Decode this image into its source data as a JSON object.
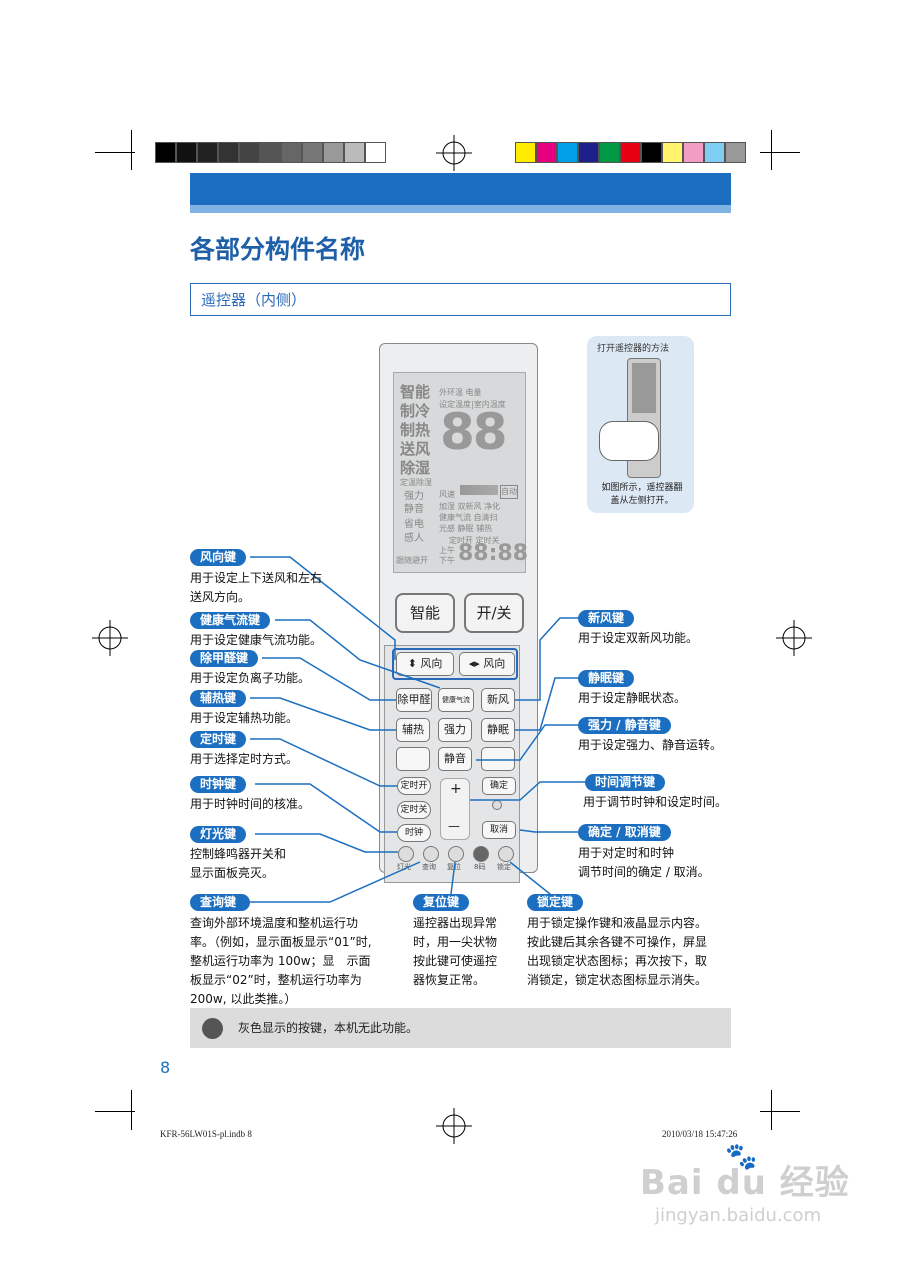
{
  "header": {
    "title": "各部分构件名称",
    "section": "遥控器（内侧）"
  },
  "side_panel": {
    "title": "打开遥控器的方法",
    "caption": "如图所示，遥控器翻盖从左侧打开。"
  },
  "remote": {
    "lcd": {
      "labels": [
        "智能",
        "制冷",
        "制热",
        "送风",
        "除湿",
        "定温除湿",
        "强力",
        "静音",
        "省电",
        "感人"
      ],
      "top": "外环温 电量",
      "temp": "设定温度|室内温度",
      "digits": "88",
      "wind": "风速",
      "auto": "自动",
      "mode1": "加湿 双新风 净化",
      "mode2": "健康气流 自清扫",
      "mode3": "光感 静眠 辅热",
      "timer": "定时开 定时关",
      "ampm1": "上午",
      "ampm2": "下午",
      "clock": "88:88",
      "follow": "跟随避开"
    },
    "buttons": {
      "smart": "智能",
      "power": "开/关",
      "wind_ud": "风向",
      "wind_lr": "风向",
      "formaldehyde": "除甲醛",
      "health": "健康气流",
      "fresh": "新风",
      "aux": "辅热",
      "strong": "强力",
      "sleep": "静眠",
      "mute": "静音",
      "timer_on": "定时开",
      "timer_off": "定时关",
      "clock": "时钟",
      "plus": "+",
      "minus": "—",
      "confirm": "确定",
      "cancel": "取消",
      "light": "灯光",
      "query": "查询",
      "reset": "复位",
      "code": "8码",
      "lock": "锁定"
    }
  },
  "callouts": {
    "wind": {
      "label": "风向键",
      "desc1": "用于设定上下送风和左右",
      "desc2": "送风方向。"
    },
    "health": {
      "label": "健康气流键",
      "desc": "用于设定健康气流功能。"
    },
    "formaldehyde": {
      "label": "除甲醛键",
      "desc": "用于设定负离子功能。"
    },
    "aux": {
      "label": "辅热键",
      "desc": "用于设定辅热功能。"
    },
    "timer": {
      "label": "定时键",
      "desc": "用于选择定时方式。"
    },
    "clock": {
      "label": "时钟键",
      "desc": "用于时钟时间的核准。"
    },
    "light": {
      "label": "灯光键",
      "desc1": "控制蜂鸣器开关和",
      "desc2": "显示面板亮灭。"
    },
    "query": {
      "label": "查询键",
      "desc": [
        "查询外部环境温度和整机运行功",
        "率。（例如，显示面板显示“01”时,",
        "整机运行功率为 100w；显　示面",
        "板显示“02”时，整机运行功率为",
        "200w, 以此类推。）"
      ]
    },
    "reset": {
      "label": "复位键",
      "desc": [
        "遥控器出现异常",
        "时，用一尖状物",
        "按此键可使遥控",
        "器恢复正常。"
      ]
    },
    "lock": {
      "label": "锁定键",
      "desc": [
        "用于锁定操作键和液晶显示内容。",
        "按此键后其余各键不可操作，屏显",
        "出现锁定状态图标；再次按下，取",
        "消锁定，锁定状态图标显示消失。"
      ]
    },
    "fresh": {
      "label": "新风键",
      "desc": "用于设定双新风功能。"
    },
    "sleep": {
      "label": "静眠键",
      "desc": "用于设定静眠状态。"
    },
    "strong": {
      "label": "强力 / 静音键",
      "desc": "用于设定强力、静音运转。"
    },
    "time_adj": {
      "label": "时间调节键",
      "desc": "用于调节时钟和设定时间。"
    },
    "confirm": {
      "label": "确定 / 取消键",
      "desc1": "用于对定时和时钟",
      "desc2": "调节时间的确定 / 取消。"
    }
  },
  "note": "灰色显示的按键，本机无此功能。",
  "page_number": "8",
  "footer_left": "KFR-56LW01S-pl.indb   8",
  "footer_right": "2010/03/18   15:47:26",
  "watermark": {
    "brand": "Bai du 经验",
    "url": "jingyan.baidu.com"
  },
  "colors": {
    "accent": "#1c6fc0",
    "light_accent": "#7fb3e3",
    "title": "#1f5fa8"
  }
}
